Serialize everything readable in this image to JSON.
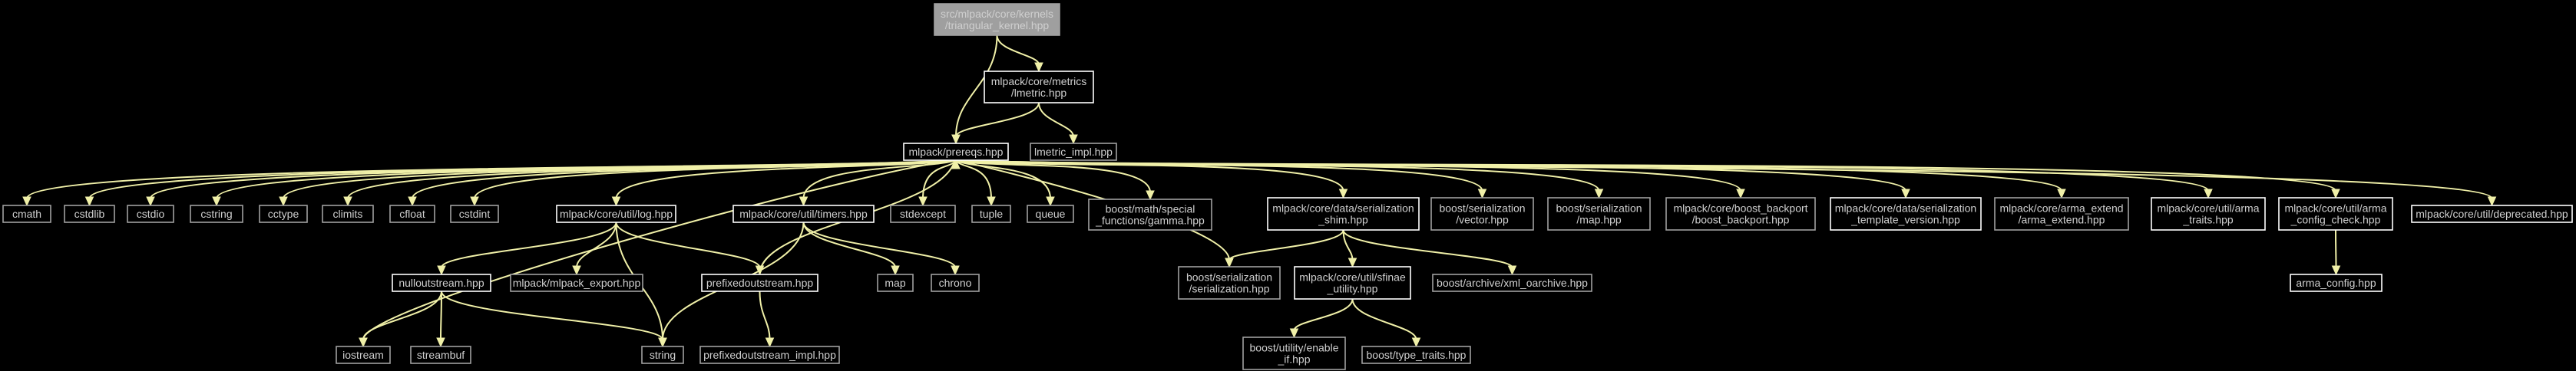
{
  "diagram": {
    "title": "",
    "colors": {
      "background": "#000000",
      "edge": "#f0f0a8",
      "node_border_linked": "#ffffff",
      "node_border_plain": "#a0a0a0",
      "root_fill": "#9f9f9f",
      "root_text": "#ffffff",
      "node_text": "#cfcfcf"
    },
    "nodes": {
      "root": {
        "label": [
          "src/mlpack/core/kernels",
          "/triangular_kernel.hpp"
        ],
        "style": "root"
      },
      "lmetric": {
        "label": [
          "mlpack/core/metrics",
          "/lmetric.hpp"
        ],
        "style": "linked"
      },
      "prereqs": {
        "label": [
          "mlpack/prereqs.hpp"
        ],
        "style": "linked"
      },
      "lmetric_impl": {
        "label": [
          "lmetric_impl.hpp"
        ],
        "style": "plain"
      },
      "cmath": {
        "label": [
          "cmath"
        ],
        "style": "plain"
      },
      "cstdlib": {
        "label": [
          "cstdlib"
        ],
        "style": "plain"
      },
      "cstdio": {
        "label": [
          "cstdio"
        ],
        "style": "plain"
      },
      "cstring": {
        "label": [
          "cstring"
        ],
        "style": "plain"
      },
      "cctype": {
        "label": [
          "cctype"
        ],
        "style": "plain"
      },
      "climits": {
        "label": [
          "climits"
        ],
        "style": "plain"
      },
      "cfloat": {
        "label": [
          "cfloat"
        ],
        "style": "plain"
      },
      "cstdint": {
        "label": [
          "cstdint"
        ],
        "style": "plain"
      },
      "log": {
        "label": [
          "mlpack/core/util/log.hpp"
        ],
        "style": "linked"
      },
      "timers": {
        "label": [
          "mlpack/core/util/timers.hpp"
        ],
        "style": "linked"
      },
      "stdexcept": {
        "label": [
          "stdexcept"
        ],
        "style": "plain"
      },
      "tuple": {
        "label": [
          "tuple"
        ],
        "style": "plain"
      },
      "queue": {
        "label": [
          "queue"
        ],
        "style": "plain"
      },
      "gamma": {
        "label": [
          "boost/math/special",
          "_functions/gamma.hpp"
        ],
        "style": "plain"
      },
      "ser_shim": {
        "label": [
          "mlpack/core/data/serialization",
          "_shim.hpp"
        ],
        "style": "linked"
      },
      "vector_hpp": {
        "label": [
          "boost/serialization",
          "/vector.hpp"
        ],
        "style": "plain"
      },
      "map_hpp": {
        "label": [
          "boost/serialization",
          "/map.hpp"
        ],
        "style": "plain"
      },
      "boost_backport": {
        "label": [
          "mlpack/core/boost_backport",
          "/boost_backport.hpp"
        ],
        "style": "plain"
      },
      "ser_template": {
        "label": [
          "mlpack/core/data/serialization",
          "_template_version.hpp"
        ],
        "style": "linked"
      },
      "arma_extend": {
        "label": [
          "mlpack/core/arma_extend",
          "/arma_extend.hpp"
        ],
        "style": "plain"
      },
      "arma_traits": {
        "label": [
          "mlpack/core/util/arma",
          "_traits.hpp"
        ],
        "style": "linked"
      },
      "arma_config_check": {
        "label": [
          "mlpack/core/util/arma",
          "_config_check.hpp"
        ],
        "style": "linked"
      },
      "deprecated": {
        "label": [
          "mlpack/core/util/deprecated.hpp"
        ],
        "style": "linked"
      },
      "nullout": {
        "label": [
          "nulloutstream.hpp"
        ],
        "style": "linked"
      },
      "mlpack_export": {
        "label": [
          "mlpack/mlpack_export.hpp"
        ],
        "style": "plain"
      },
      "prefixedout": {
        "label": [
          "prefixedoutstream.hpp"
        ],
        "style": "linked"
      },
      "map": {
        "label": [
          "map"
        ],
        "style": "plain"
      },
      "chrono": {
        "label": [
          "chrono"
        ],
        "style": "plain"
      },
      "boost_serialization": {
        "label": [
          "boost/serialization",
          "/serialization.hpp"
        ],
        "style": "plain"
      },
      "sfinae": {
        "label": [
          "mlpack/core/util/sfinae",
          "_utility.hpp"
        ],
        "style": "linked"
      },
      "xml_oarchive": {
        "label": [
          "boost/archive/xml_oarchive.hpp"
        ],
        "style": "plain"
      },
      "arma_config": {
        "label": [
          "arma_config.hpp"
        ],
        "style": "linked"
      },
      "iostream": {
        "label": [
          "iostream"
        ],
        "style": "plain"
      },
      "streambuf": {
        "label": [
          "streambuf"
        ],
        "style": "plain"
      },
      "string": {
        "label": [
          "string"
        ],
        "style": "plain"
      },
      "prefixedout_impl": {
        "label": [
          "prefixedoutstream_impl.hpp"
        ],
        "style": "plain"
      },
      "enable_if": {
        "label": [
          "boost/utility/enable",
          "_if.hpp"
        ],
        "style": "plain"
      },
      "type_traits": {
        "label": [
          "boost/type_traits.hpp"
        ],
        "style": "plain"
      }
    },
    "edges": [
      [
        "root",
        "prereqs"
      ],
      [
        "root",
        "lmetric"
      ],
      [
        "lmetric",
        "prereqs"
      ],
      [
        "lmetric",
        "lmetric_impl"
      ],
      [
        "prereqs",
        "cmath"
      ],
      [
        "prereqs",
        "cstdlib"
      ],
      [
        "prereqs",
        "cstdio"
      ],
      [
        "prereqs",
        "cstring"
      ],
      [
        "prereqs",
        "cctype"
      ],
      [
        "prereqs",
        "climits"
      ],
      [
        "prereqs",
        "cfloat"
      ],
      [
        "prereqs",
        "cstdint"
      ],
      [
        "prereqs",
        "iostream"
      ],
      [
        "prereqs",
        "log"
      ],
      [
        "prereqs",
        "timers"
      ],
      [
        "prereqs",
        "stdexcept"
      ],
      [
        "prereqs",
        "tuple"
      ],
      [
        "prereqs",
        "queue"
      ],
      [
        "prereqs",
        "gamma"
      ],
      [
        "prereqs",
        "boost_serialization"
      ],
      [
        "prereqs",
        "ser_shim"
      ],
      [
        "prereqs",
        "vector_hpp"
      ],
      [
        "prereqs",
        "map_hpp"
      ],
      [
        "prereqs",
        "boost_backport"
      ],
      [
        "prereqs",
        "ser_template"
      ],
      [
        "prereqs",
        "arma_extend"
      ],
      [
        "prereqs",
        "arma_traits"
      ],
      [
        "prereqs",
        "arma_config_check"
      ],
      [
        "prereqs",
        "deprecated"
      ],
      [
        "log",
        "nullout"
      ],
      [
        "log",
        "mlpack_export"
      ],
      [
        "log",
        "prefixedout"
      ],
      [
        "log",
        "string"
      ],
      [
        "nullout",
        "iostream"
      ],
      [
        "nullout",
        "streambuf"
      ],
      [
        "nullout",
        "string"
      ],
      [
        "prefixedout",
        "prereqs"
      ],
      [
        "prefixedout",
        "prefixedout_impl"
      ],
      [
        "timers",
        "map"
      ],
      [
        "timers",
        "chrono"
      ],
      [
        "timers",
        "string"
      ],
      [
        "ser_shim",
        "boost_serialization"
      ],
      [
        "ser_shim",
        "sfinae"
      ],
      [
        "ser_shim",
        "xml_oarchive"
      ],
      [
        "sfinae",
        "enable_if"
      ],
      [
        "sfinae",
        "type_traits"
      ],
      [
        "arma_config_check",
        "arma_config"
      ]
    ]
  }
}
